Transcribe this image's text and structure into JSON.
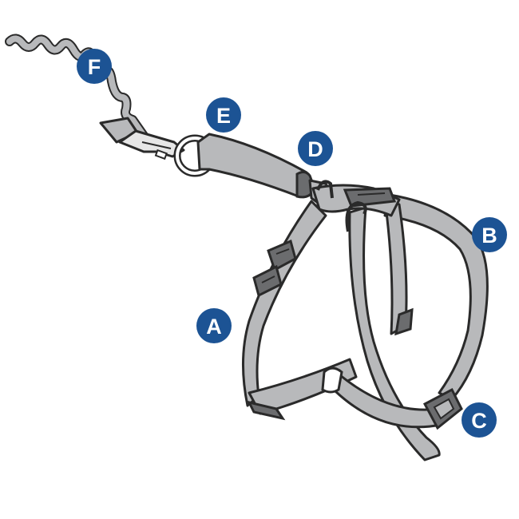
{
  "diagram": {
    "colors": {
      "webbing": "#b8b9bb",
      "outline": "#2a2a2a",
      "hardware": "#6b6c6e",
      "badge": "#1c5394",
      "badge_text": "#ffffff",
      "background": "#ffffff"
    },
    "labels": [
      {
        "id": "A",
        "text": "A"
      },
      {
        "id": "B",
        "text": "B"
      },
      {
        "id": "C",
        "text": "C"
      },
      {
        "id": "D",
        "text": "D"
      },
      {
        "id": "E",
        "text": "E"
      },
      {
        "id": "F",
        "text": "F"
      }
    ]
  }
}
